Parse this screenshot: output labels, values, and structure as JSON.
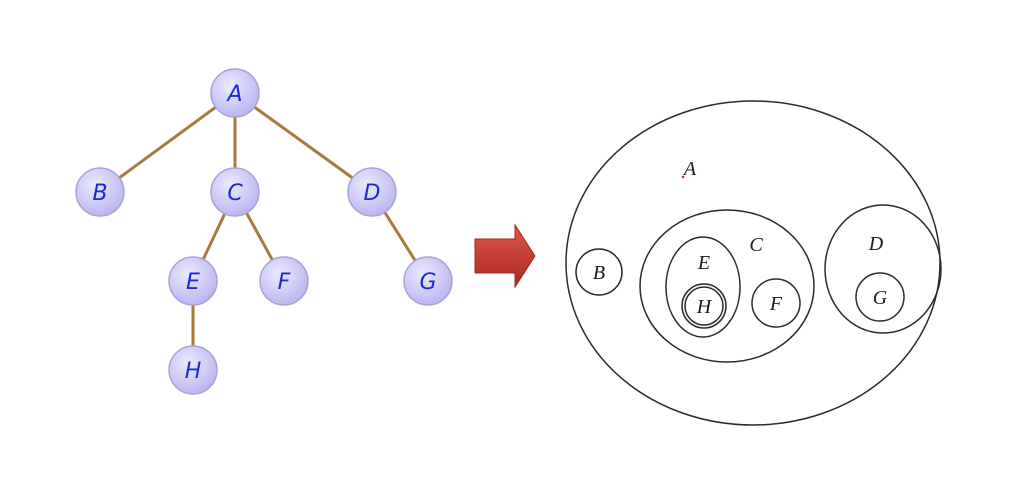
{
  "colors": {
    "node_fill_light": "#ecebff",
    "node_fill_dark": "#b8b2ee",
    "node_stroke": "#a8a2d8",
    "node_text": "#1b28d8",
    "edge": "#a67a3c",
    "arrow": "#c9362a",
    "set_stroke": "#2a2a2a",
    "set_text": "#1a1a1a"
  },
  "tree": {
    "nodes": {
      "a": "A",
      "b": "B",
      "c": "C",
      "d": "D",
      "e": "E",
      "f": "F",
      "g": "G",
      "h": "H"
    },
    "edges": [
      [
        "A",
        "B"
      ],
      [
        "A",
        "C"
      ],
      [
        "A",
        "D"
      ],
      [
        "C",
        "E"
      ],
      [
        "C",
        "F"
      ],
      [
        "D",
        "G"
      ],
      [
        "E",
        "H"
      ]
    ]
  },
  "arrow": {
    "icon": "right-arrow-icon"
  },
  "sets": {
    "a": "A",
    "b": "B",
    "c": "C",
    "d": "D",
    "e": "E",
    "f": "F",
    "g": "G",
    "h": "H"
  }
}
